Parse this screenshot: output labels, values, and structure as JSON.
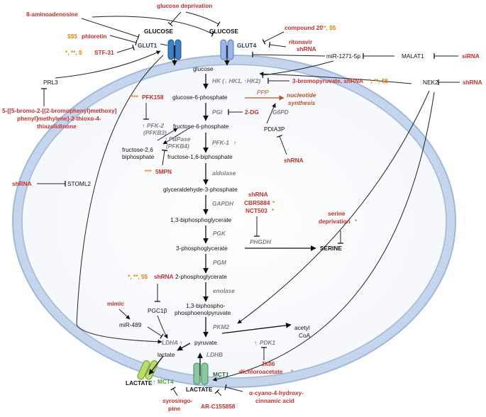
{
  "inputs": {
    "glucose_deprivation": "glucose deprivation",
    "aminoadenosine": "8-aminoadenosine",
    "phloretin": "phloretin",
    "phloretin_marks": "$$$",
    "stf31": "STF-31",
    "stf31_marks": "*, **, $",
    "compound20": "compound 20",
    "compound20_marks": "**, $$",
    "ritonavir": "ritonavir",
    "ritonavir_shrna": "shRNA",
    "malat1_sirna": "siRNA",
    "nek2_shrna": "shRNA",
    "stoml2_shrna": "shRNA",
    "prl3_inhibitor_line1": "5-[[5-bromo-2-[(2-bromophenyl)methoxy]",
    "prl3_inhibitor_line2": "phenyl]methylene]-2-thioxo-4-",
    "prl3_inhibitor_line3": "thiazolidinone",
    "pfk158": "PFK158",
    "pfk158_marks": "***",
    "mpn5": "5MPN",
    "mpn5_marks": "***",
    "dg2": "2-DG",
    "pdia3p_shrna": "shRNA",
    "bromopyruvate": "3-bromopyruvate, shRNA",
    "bromopyruvate_marks": "*, **, $$",
    "phgdh_inh_line1": "shRNA",
    "phgdh_inh_line2": "CBR5884",
    "phgdh_inh_line3": "NCT503",
    "phgdh_inh_marks": "*",
    "serine_dep_line1": "serine",
    "serine_dep_line2": "deprivation",
    "serine_dep_marks": "*",
    "pgc1b_inh": "shRNA",
    "pgc1b_inh_marks": "*, **, $$",
    "mimic": "mimic",
    "jx06": "JX06",
    "dichloroacetate": "dichloroacetate",
    "dichloroacetate_marks": "*",
    "syrosingopine_line1": "syrosingo-",
    "syrosingopine_line2": "pine",
    "ar_c155858": "AR-C155858",
    "cyano_line1": "α-cyano-4-hydroxy-",
    "cyano_line2": "cinnamic acid"
  },
  "transporters": {
    "glut1": "GLUT1",
    "glut4": "GLUT4",
    "mct1": "MCT1",
    "mct4": "MCT4",
    "mct4_arrow": "↑"
  },
  "regulators": {
    "prl3": "PRL3",
    "stoml2": "STOML2",
    "mir1271": "miR-1271-5p",
    "malat1": "MALAT1",
    "nek2": "NEK2",
    "pdia3p": "PDIA3P",
    "pgc1b": "PGC1β",
    "mir489": "miR-489"
  },
  "metabolites": {
    "glucose_ext_left": "GLUCOSE",
    "glucose_ext_right": "GLUCOSE",
    "glucose": "glucose",
    "g6p": "glucose-6-phosphate",
    "f6p": "fructose-6-phosphate",
    "f26bp_line1": "fructose-2,6",
    "f26bp_line2": "biphosphate",
    "f16bp": "fructose-1,6-biphosphate",
    "gap": "glyceraldehyde-3-phosphate",
    "bpg13": "1,3-biphosphoglycerate",
    "pg3": "3-phosphoglycerate",
    "serine": "SERINE",
    "pg2": "2-phosphoglycerate",
    "pep_line1": "1,3-biphospho-",
    "pep_line2": "phosphoenolpyruvate",
    "pyruvate": "pyruvate",
    "acetyl_line1": "acetyl",
    "acetyl_line2": "CoA",
    "lactate": "lactate",
    "lactate_ext_left": "LACTATE",
    "lactate_ext_right": "LACTATE",
    "nucleotide_line1": "nucleotide",
    "nucleotide_line2": "synthesis"
  },
  "enzymes": {
    "hk": "HK (↓ HK1, ↑HK2)",
    "ppp": "PPP",
    "g6pd": "G6PD",
    "pgi": "PGI",
    "pfk2_arrow": "↑",
    "pfk2_line1": "PFK-2",
    "pfk2_line2": "(PFKB3)",
    "fbpase_arrow": "↑",
    "fbpase_line1": "FBPase",
    "fbpase_line2": "(PFKB4)",
    "pfk1": "PFK-1",
    "pfk1_arrow": "↑",
    "aldolase": "aldolase",
    "gapdh": "GAPDH",
    "pgk": "PGK",
    "phgdh": "PHGDH",
    "pgm": "PGM",
    "enolase": "enolase",
    "pkm2": "PKM2",
    "ldha": "LDHA",
    "ldha_arrow": "↑",
    "ldhb": "LDHB",
    "pdk1": "PDK1",
    "pdk1_arrow": "↑"
  },
  "colors": {
    "inhibitor": "#c8302c",
    "significance": "#e58a1d",
    "enzyme": "#808080",
    "transporter_glut": "#1f3e6e",
    "mct4": "#4aa13a",
    "mct1": "#2a6a3a",
    "upregulated": "#7b3fa4",
    "pathway": "#b3552c",
    "membrane": "#c5d6ec",
    "membrane_edge": "#9fb8db"
  }
}
